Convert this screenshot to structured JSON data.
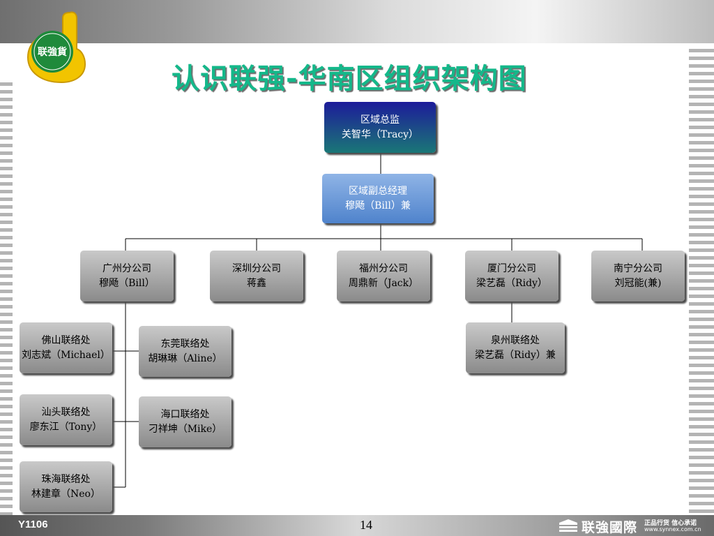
{
  "slide": {
    "title": "认识联强-华南区组织架构图",
    "logo_text": "联強貨",
    "footer_code": "Y1106",
    "page_number": "14",
    "brand_name": "联強國際",
    "brand_slogan": "正品行货 信心承诺",
    "brand_url": "www.synnex.com.cn"
  },
  "org": {
    "director": {
      "line1": "区域总监",
      "line2": "关智华（Tracy）"
    },
    "deputy": {
      "line1": "区域副总经理",
      "line2": "穆飏（Bill）兼"
    },
    "branches": [
      {
        "line1": "广州分公司",
        "line2": "穆飏（Bill）"
      },
      {
        "line1": "深圳分公司",
        "line2": "蒋鑫"
      },
      {
        "line1": "福州分公司",
        "line2": "周鼎新（Jack）"
      },
      {
        "line1": "厦门分公司",
        "line2": "梁艺磊（Ridy）"
      },
      {
        "line1": "南宁分公司",
        "line2": "刘冠能(兼)"
      }
    ],
    "offices": [
      {
        "line1": "佛山联络处",
        "line2": "刘志斌（Michael）"
      },
      {
        "line1": "东莞联络处",
        "line2": "胡琳琳（Aline）"
      },
      {
        "line1": "汕头联络处",
        "line2": "廖东江（Tony）"
      },
      {
        "line1": "海口联络处",
        "line2": "刁祥坤（Mike）"
      },
      {
        "line1": "珠海联络处",
        "line2": "林建章（Neo）"
      },
      {
        "line1": "泉州联络处",
        "line2": "梁艺磊（Ridy）兼"
      }
    ]
  },
  "colors": {
    "title": "#14b88a",
    "director_box": "#1c3f8f",
    "deputy_box": "#6b9bdb",
    "node_box": "#a9a9a9"
  }
}
